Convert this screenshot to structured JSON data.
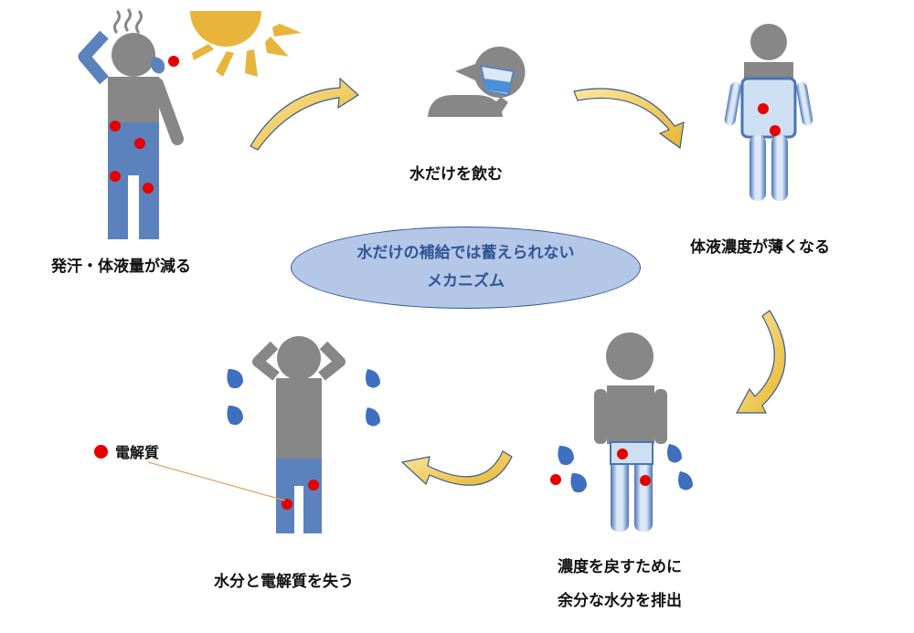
{
  "center": {
    "line1": "水だけの補給では蓄えられない",
    "line2": "メカニズム"
  },
  "steps": [
    {
      "label": "発汗・体液量が減る"
    },
    {
      "label": "水だけを飲む"
    },
    {
      "label": "体液濃度が薄くなる"
    },
    {
      "label_line1": "濃度を戻すために",
      "label_line2": "余分な水分を排出"
    },
    {
      "label": "水分と電解質を失う"
    }
  ],
  "legend": {
    "label": "電解質"
  },
  "colors": {
    "body": "#878787",
    "lower": "#5b82bc",
    "dot": "#e60000",
    "arrow": "#f2c94c",
    "drop": "#3f6fbf",
    "sun": "#e8b43a",
    "ellipse_fill": "#b4c7e7",
    "ellipse_text": "#2f5597"
  }
}
